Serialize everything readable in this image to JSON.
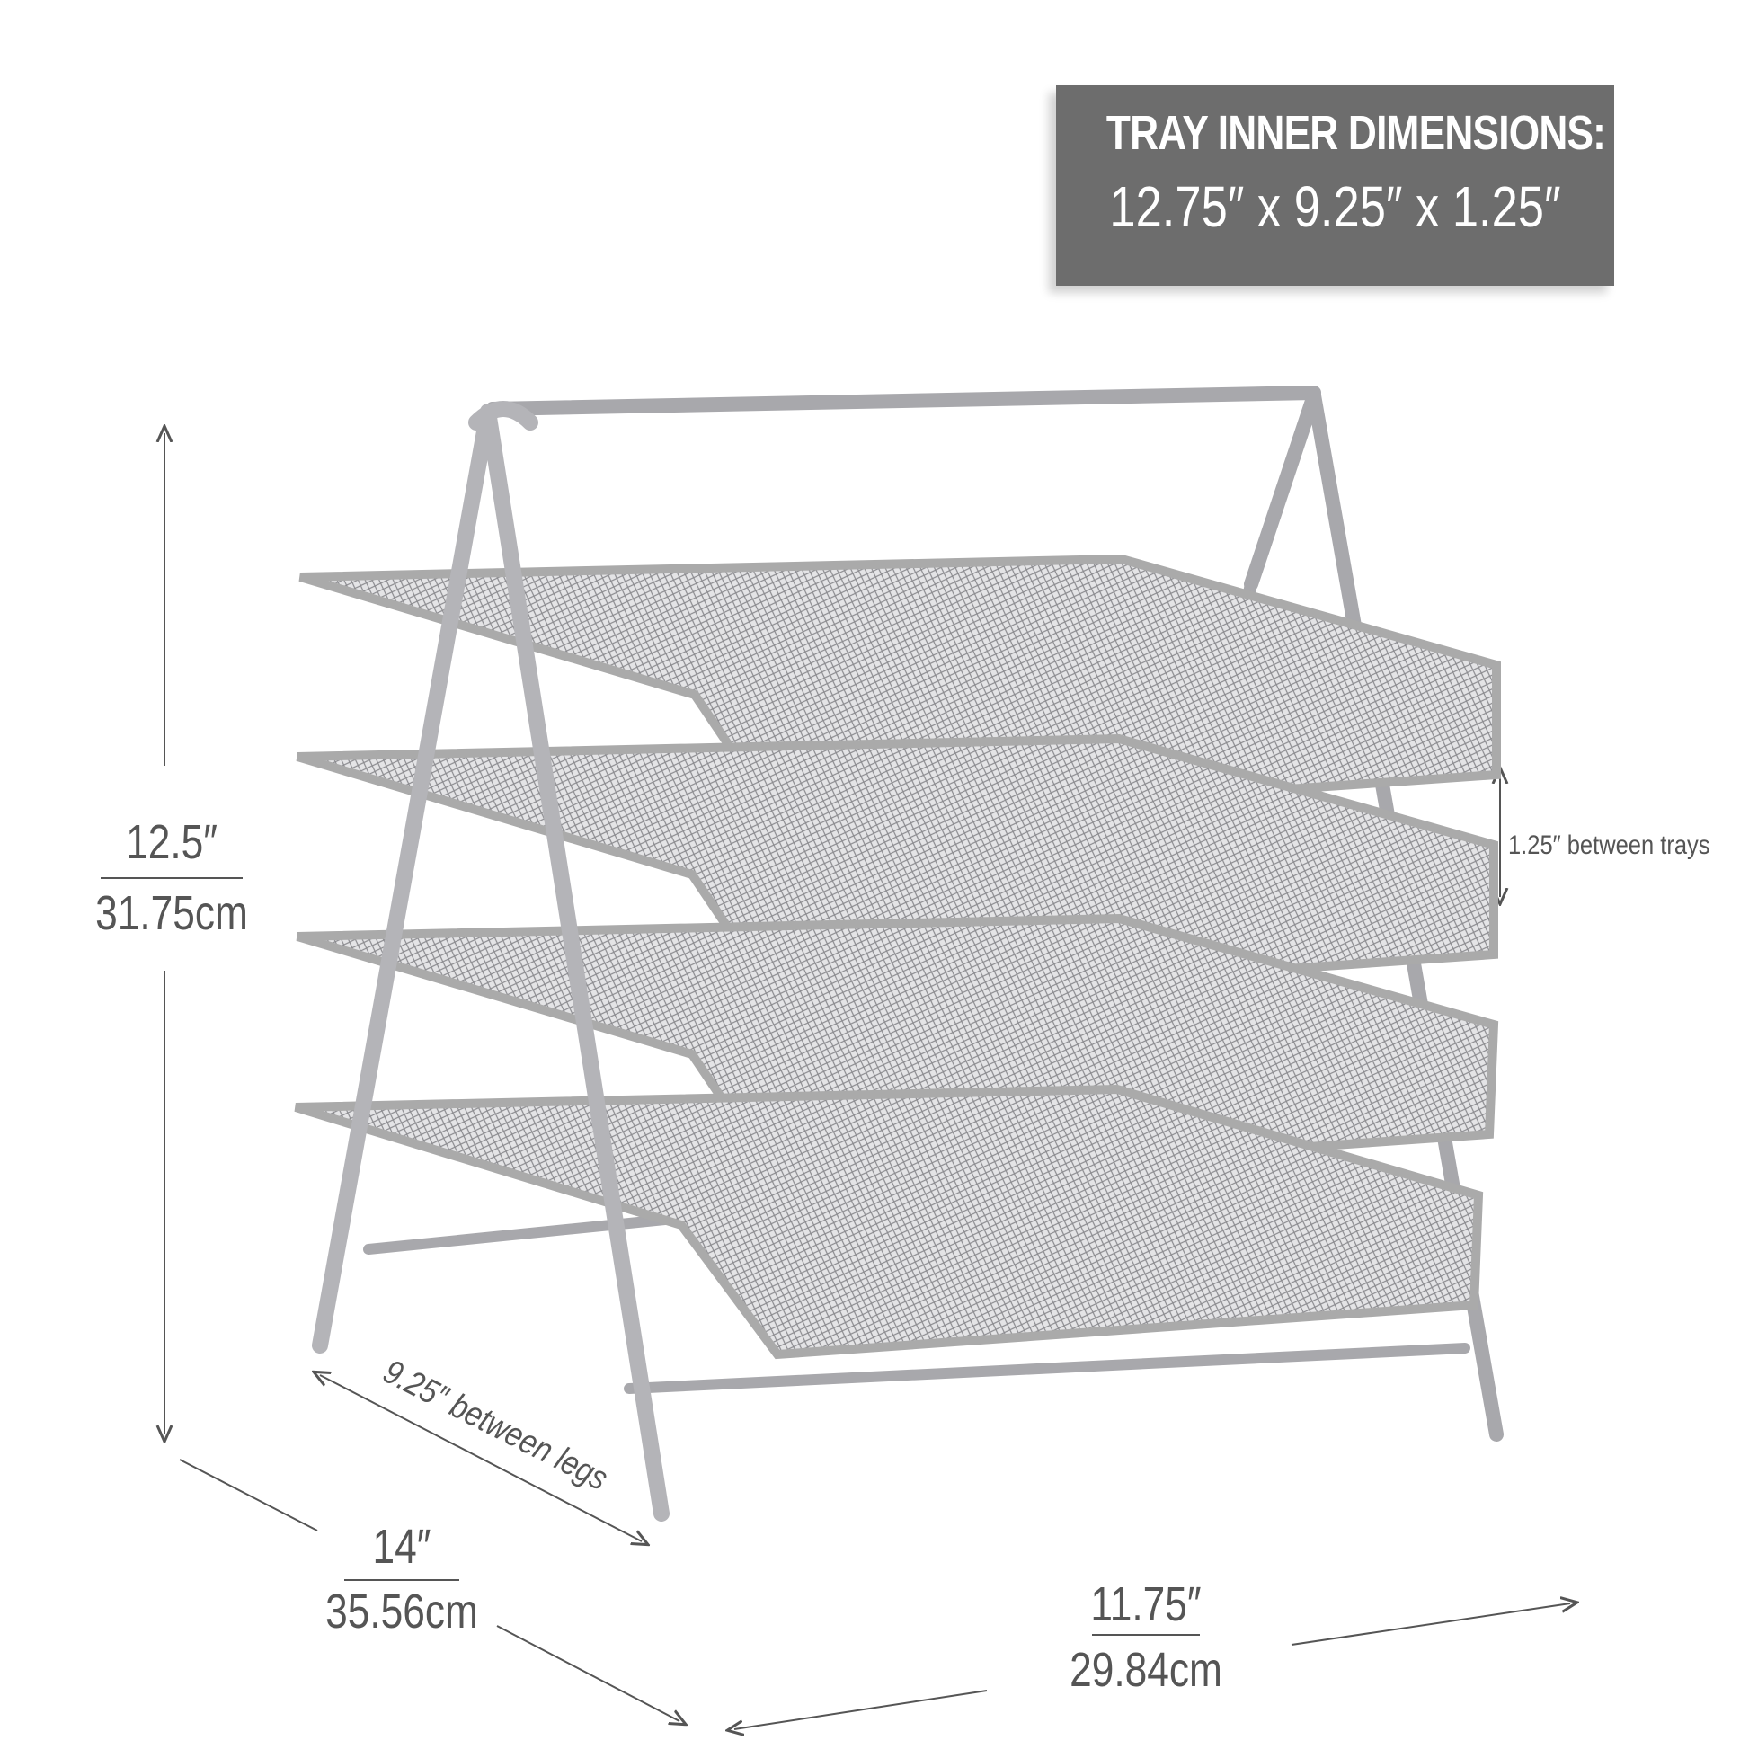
{
  "label_box": {
    "title": "TRAY INNER DIMENSIONS:",
    "value": "12.75″ x 9.25″ x 1.25″"
  },
  "height": {
    "inches": "12.5″",
    "cm": "31.75cm"
  },
  "tray_gap": "1.25″ between trays",
  "leg_gap": "9.25″ between legs",
  "depth": {
    "inches": "14″",
    "cm": "35.56cm"
  },
  "width": {
    "inches": "11.75″",
    "cm": "29.84cm"
  },
  "colors": {
    "label_bg": "#6d6d6d",
    "metal": "#b8b8bc",
    "text": "#555555"
  }
}
